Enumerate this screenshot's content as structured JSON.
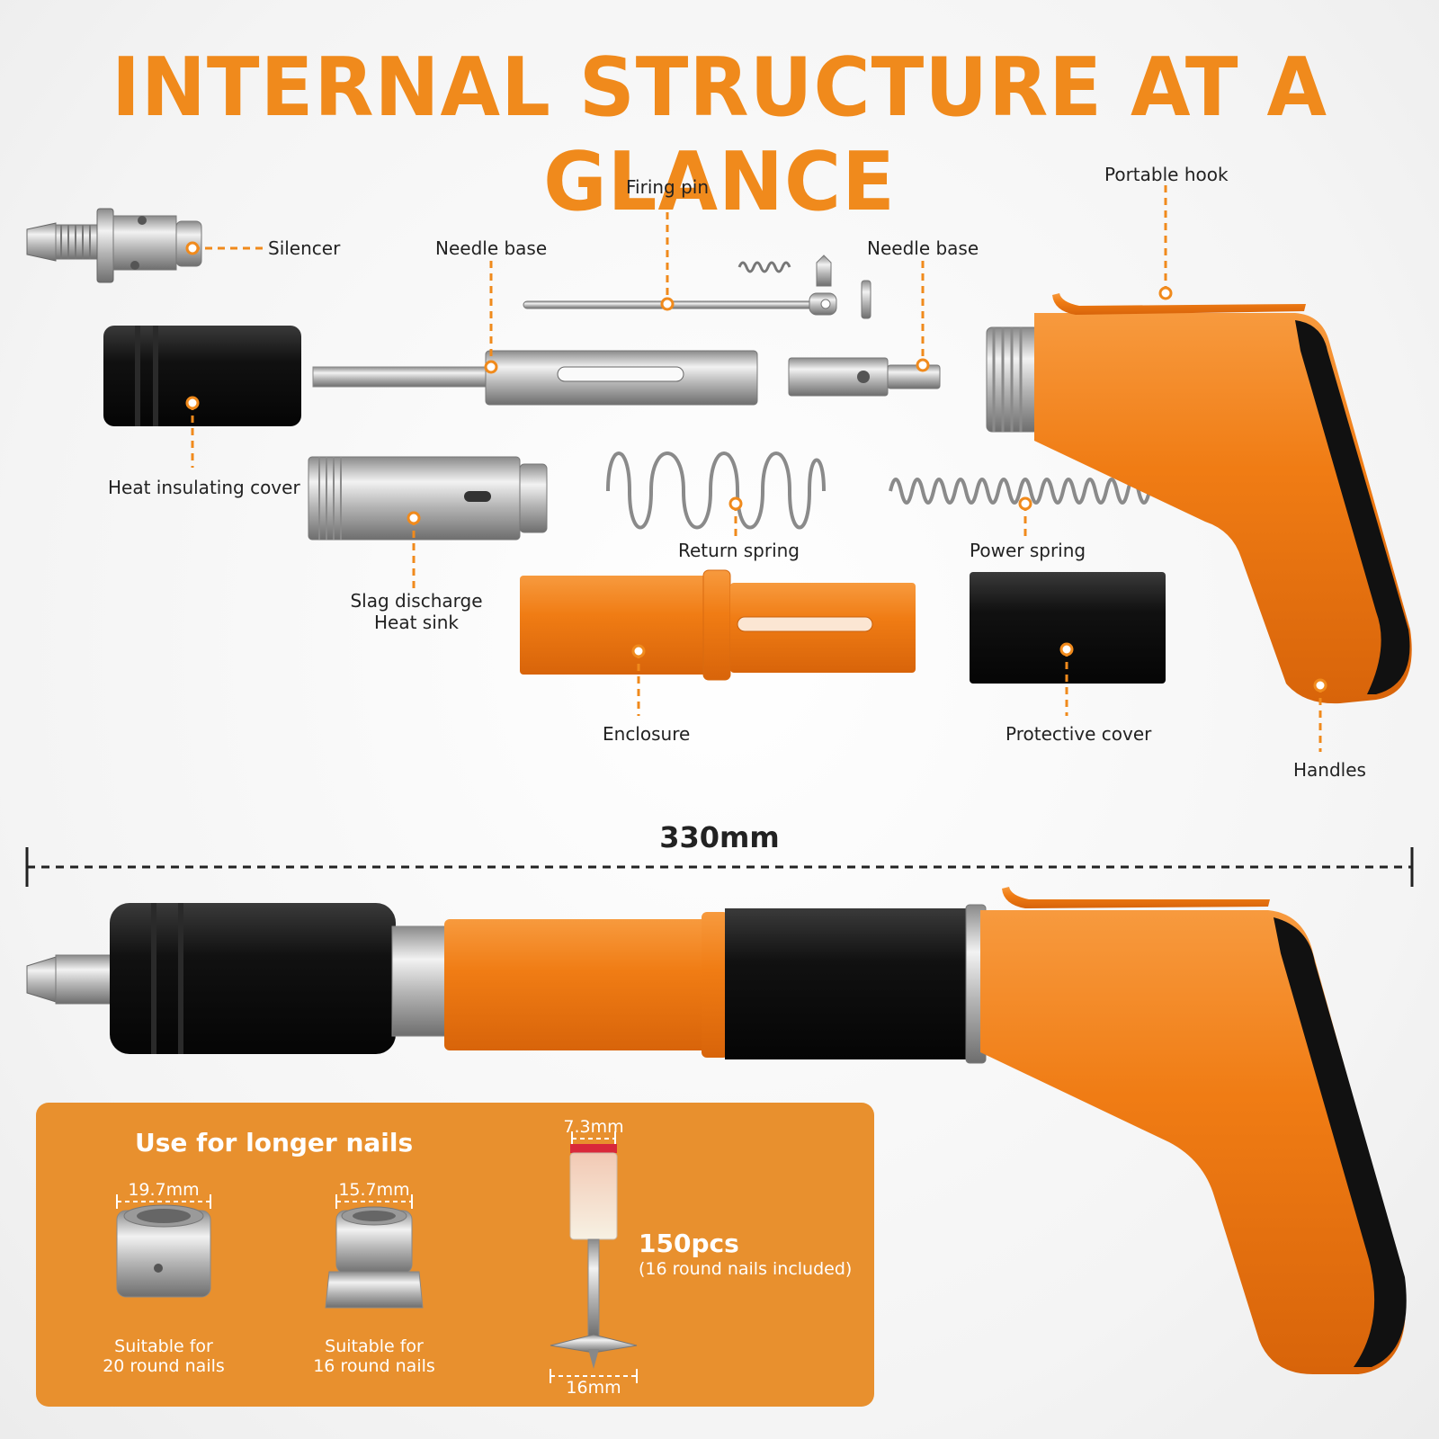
{
  "title": "INTERNAL STRUCTURE AT A GLANCE",
  "labels": {
    "silencer": "Silencer",
    "needle_base_1": "Needle base",
    "firing_pin": "Firing pin",
    "needle_base_2": "Needle base",
    "portable_hook": "Portable hook",
    "heat_insulating_cover": "Heat insulating cover",
    "slag_discharge_line1": "Slag discharge",
    "slag_discharge_line2": "Heat sink",
    "return_spring": "Return spring",
    "power_spring": "Power spring",
    "enclosure": "Enclosure",
    "protective_cover": "Protective cover",
    "handles": "Handles"
  },
  "overall_length": "330mm",
  "panel": {
    "title": "Use for longer nails",
    "adapter_1": {
      "diameter": "19.7mm",
      "line1": "Suitable for",
      "line2": "20 round nails"
    },
    "adapter_2": {
      "diameter": "15.7mm",
      "line1": "Suitable for",
      "line2": "16 round nails"
    },
    "nail": {
      "top_diameter": "7.3mm",
      "bottom_diameter": "16mm"
    },
    "count": "150pcs",
    "count_note": "(16 round nails included)"
  },
  "colors": {
    "accent": "#f08a1c",
    "panel": "#e8902e",
    "body_orange": "#f07c14",
    "black_part": "#161616"
  }
}
